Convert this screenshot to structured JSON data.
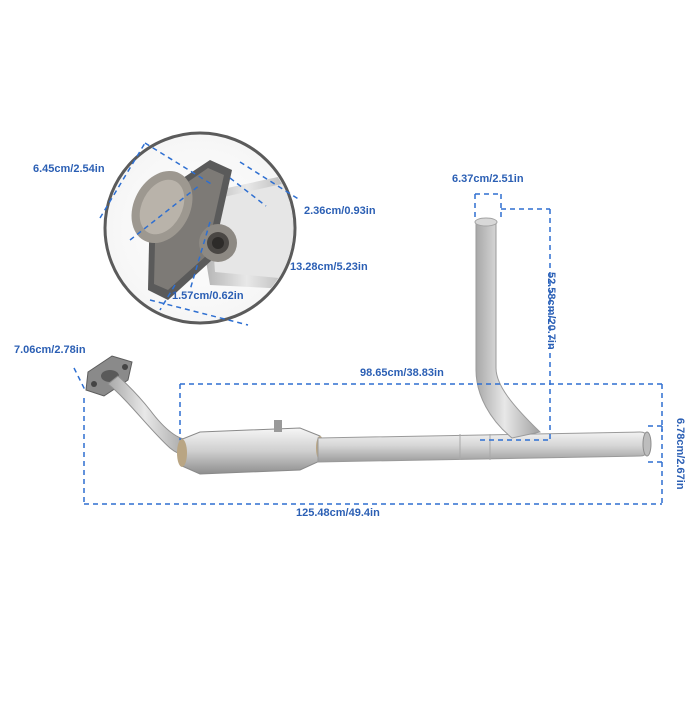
{
  "colors": {
    "dimension_line": "#2e6fd1",
    "dimension_text": "#2b5fb4",
    "pipe_light": "#e4e4e4",
    "pipe_mid": "#c8c8c8",
    "pipe_dark": "#9a9a9a",
    "background": "#ffffff",
    "zoom_circle": "#5b5b5b"
  },
  "dimensions": {
    "flange_width": "6.45cm/2.54in",
    "flange_hole_spacing": "2.36cm/0.93in",
    "flange_length": "13.28cm/5.23in",
    "bolt_hole": "1.57cm/0.62in",
    "inlet_diameter": "7.06cm/2.78in",
    "top_pipe_diameter": "6.37cm/2.51in",
    "vertical_height": "52.58cm/20.7in",
    "converter_to_end": "98.65cm/38.83in",
    "outlet_diameter": "6.78cm/2.67in",
    "overall_length": "125.48cm/49.4in"
  }
}
